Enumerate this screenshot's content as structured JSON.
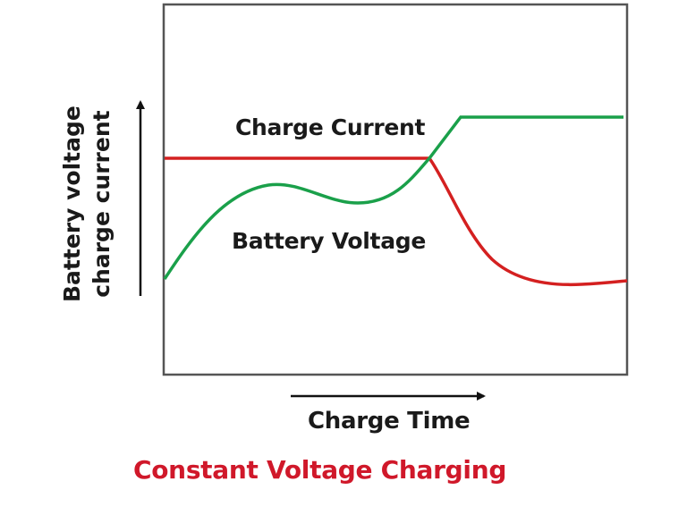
{
  "chart_data": {
    "type": "line",
    "title": "Constant Voltage Charging",
    "xlabel": "Charge Time",
    "ylabel": [
      "Battery voltage",
      "charge current"
    ],
    "grid": false,
    "legend_position": "inline labels",
    "axis_ticks": "none (qualitative diagram)",
    "annotations": [
      {
        "text": "Charge Current",
        "position": "above upper flat line, center"
      },
      {
        "text": "Battery Voltage",
        "position": "below wavy rising curve, center"
      }
    ],
    "x_range": [
      0,
      100
    ],
    "y_range": [
      0,
      100
    ],
    "series": [
      {
        "name": "red-line",
        "color": "#d42020",
        "x": [
          0,
          20,
          40,
          57,
          62,
          68,
          75,
          82,
          90,
          100
        ],
        "y": [
          59,
          59,
          59,
          59,
          52,
          40,
          30,
          26,
          25,
          25.5
        ]
      },
      {
        "name": "green-line",
        "color": "#1aa04a",
        "x": [
          0,
          8,
          15,
          22,
          30,
          42,
          50,
          57,
          64,
          100
        ],
        "y": [
          26,
          40,
          50,
          52,
          49,
          47,
          52,
          59,
          70,
          70
        ]
      }
    ]
  },
  "labels": {
    "series_top": "Charge Current",
    "series_mid": "Battery Voltage",
    "ylabel_line1": "Battery voltage",
    "ylabel_line2": "charge current",
    "xlabel": "Charge Time",
    "title": "Constant Voltage Charging"
  },
  "colors": {
    "red": "#d42020",
    "green": "#1aa04a",
    "axis": "#555555",
    "title": "#d0182a"
  }
}
